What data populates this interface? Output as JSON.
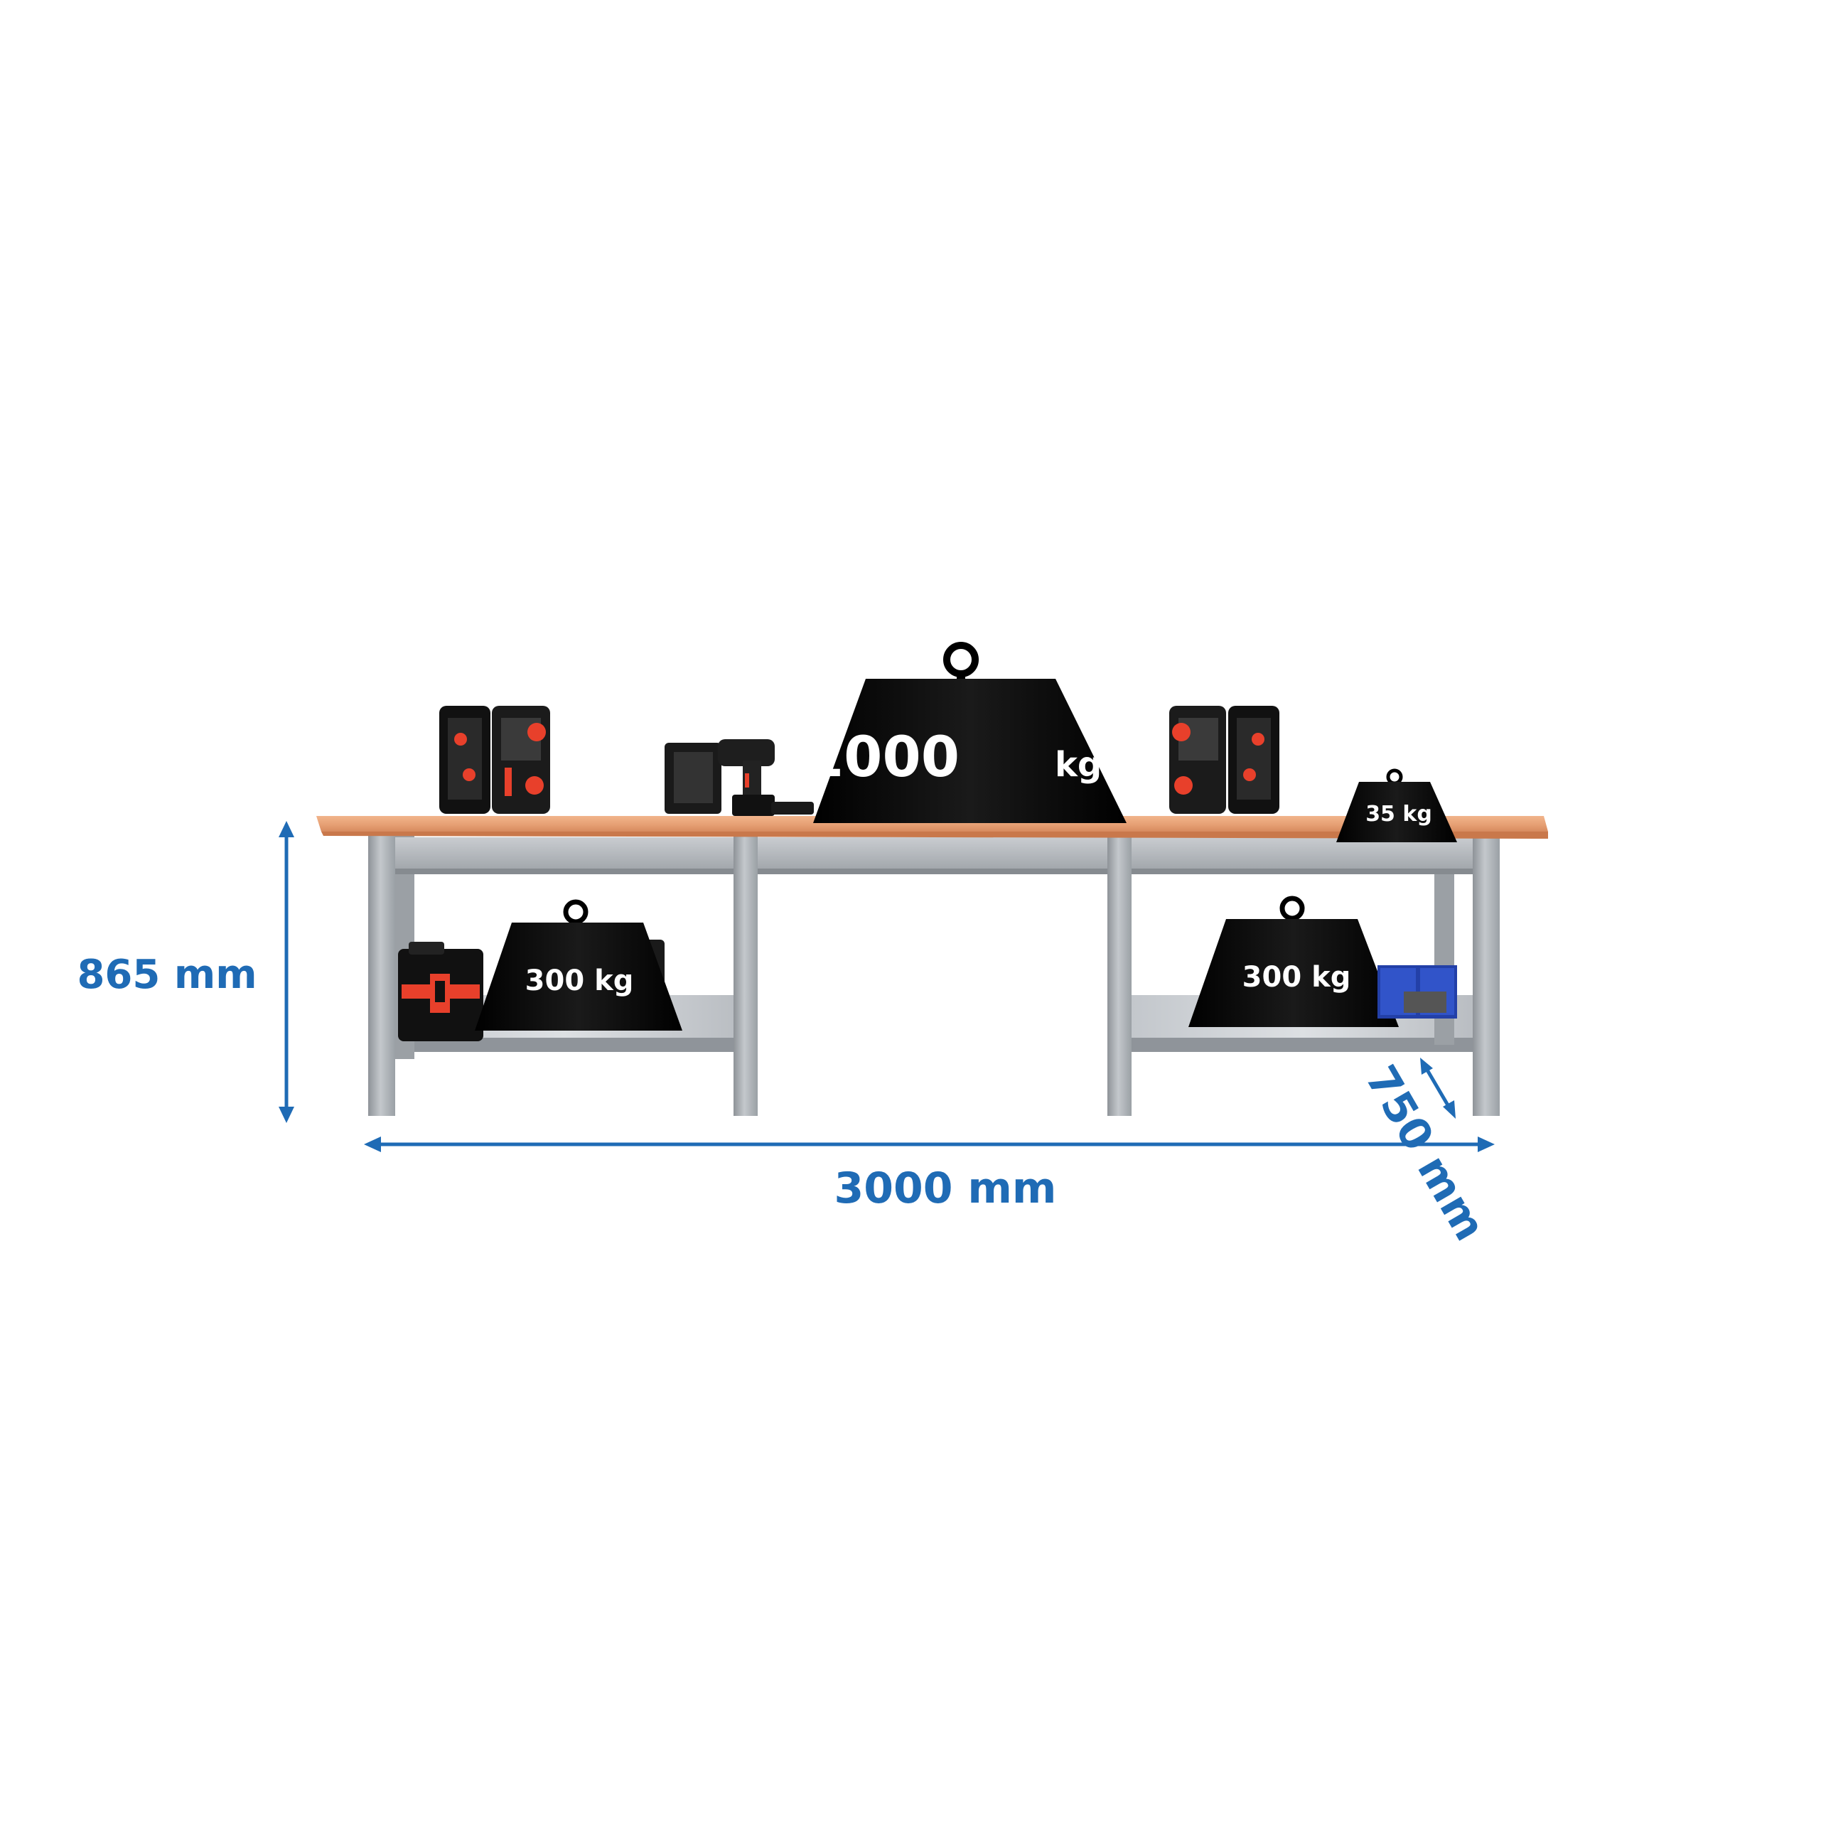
{
  "dimensions": {
    "height": "865 mm",
    "width": "3000 mm",
    "depth": "750 mm"
  },
  "weights": {
    "top_center": {
      "value": "1000",
      "unit": "kg"
    },
    "top_right_small": "35 kg",
    "lower_left": "300 kg",
    "lower_right": "300 kg"
  },
  "colors": {
    "dimension": "#1f6bb5",
    "worktop": "#e9a97f",
    "frame": "#a9aeb3",
    "weight": "#000000",
    "toolcase_accent": "#e8402b",
    "bins": "#2340a8"
  }
}
